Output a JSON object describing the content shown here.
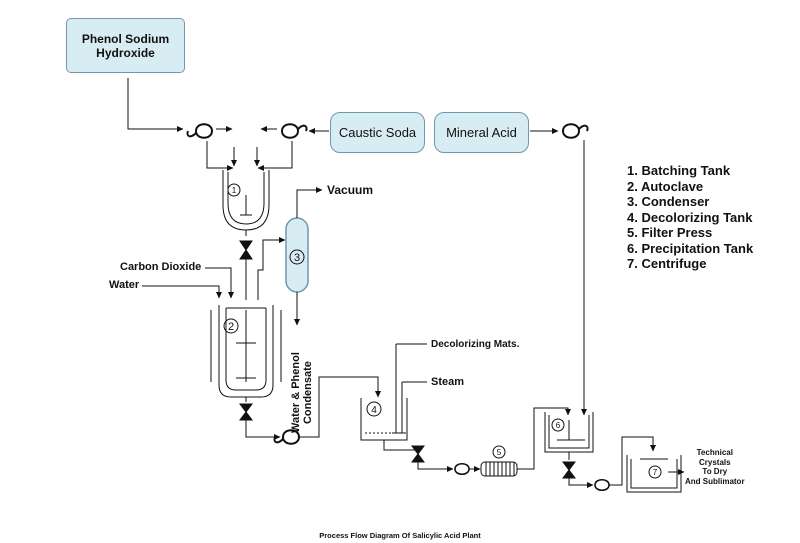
{
  "feed": {
    "label": "Phenol Sodium\nHydroxide"
  },
  "inputs": {
    "caustic": "Caustic Soda",
    "acid": "Mineral Acid"
  },
  "streams": {
    "vacuum": "Vacuum",
    "co2": "Carbon Dioxide",
    "water": "Water",
    "condensate_line1": "Water & Phenol",
    "condensate_line2": "Condensate",
    "decolorizing": "Decolorizing Mats.",
    "steam": "Steam"
  },
  "product": {
    "line1": "Technical",
    "line2": "Crystals",
    "line3": "To Dry",
    "line4": "And Sublimator"
  },
  "legend": [
    "1. Batching Tank",
    "2. Autoclave",
    "3. Condenser",
    "4. Decolorizing Tank",
    "5. Filter Press",
    "6. Precipitation Tank",
    "7. Centrifuge"
  ],
  "units": [
    "1",
    "2",
    "3",
    "4",
    "5",
    "6",
    "7"
  ],
  "caption": "Process Flow Diagram Of Salicylic Acid Plant"
}
